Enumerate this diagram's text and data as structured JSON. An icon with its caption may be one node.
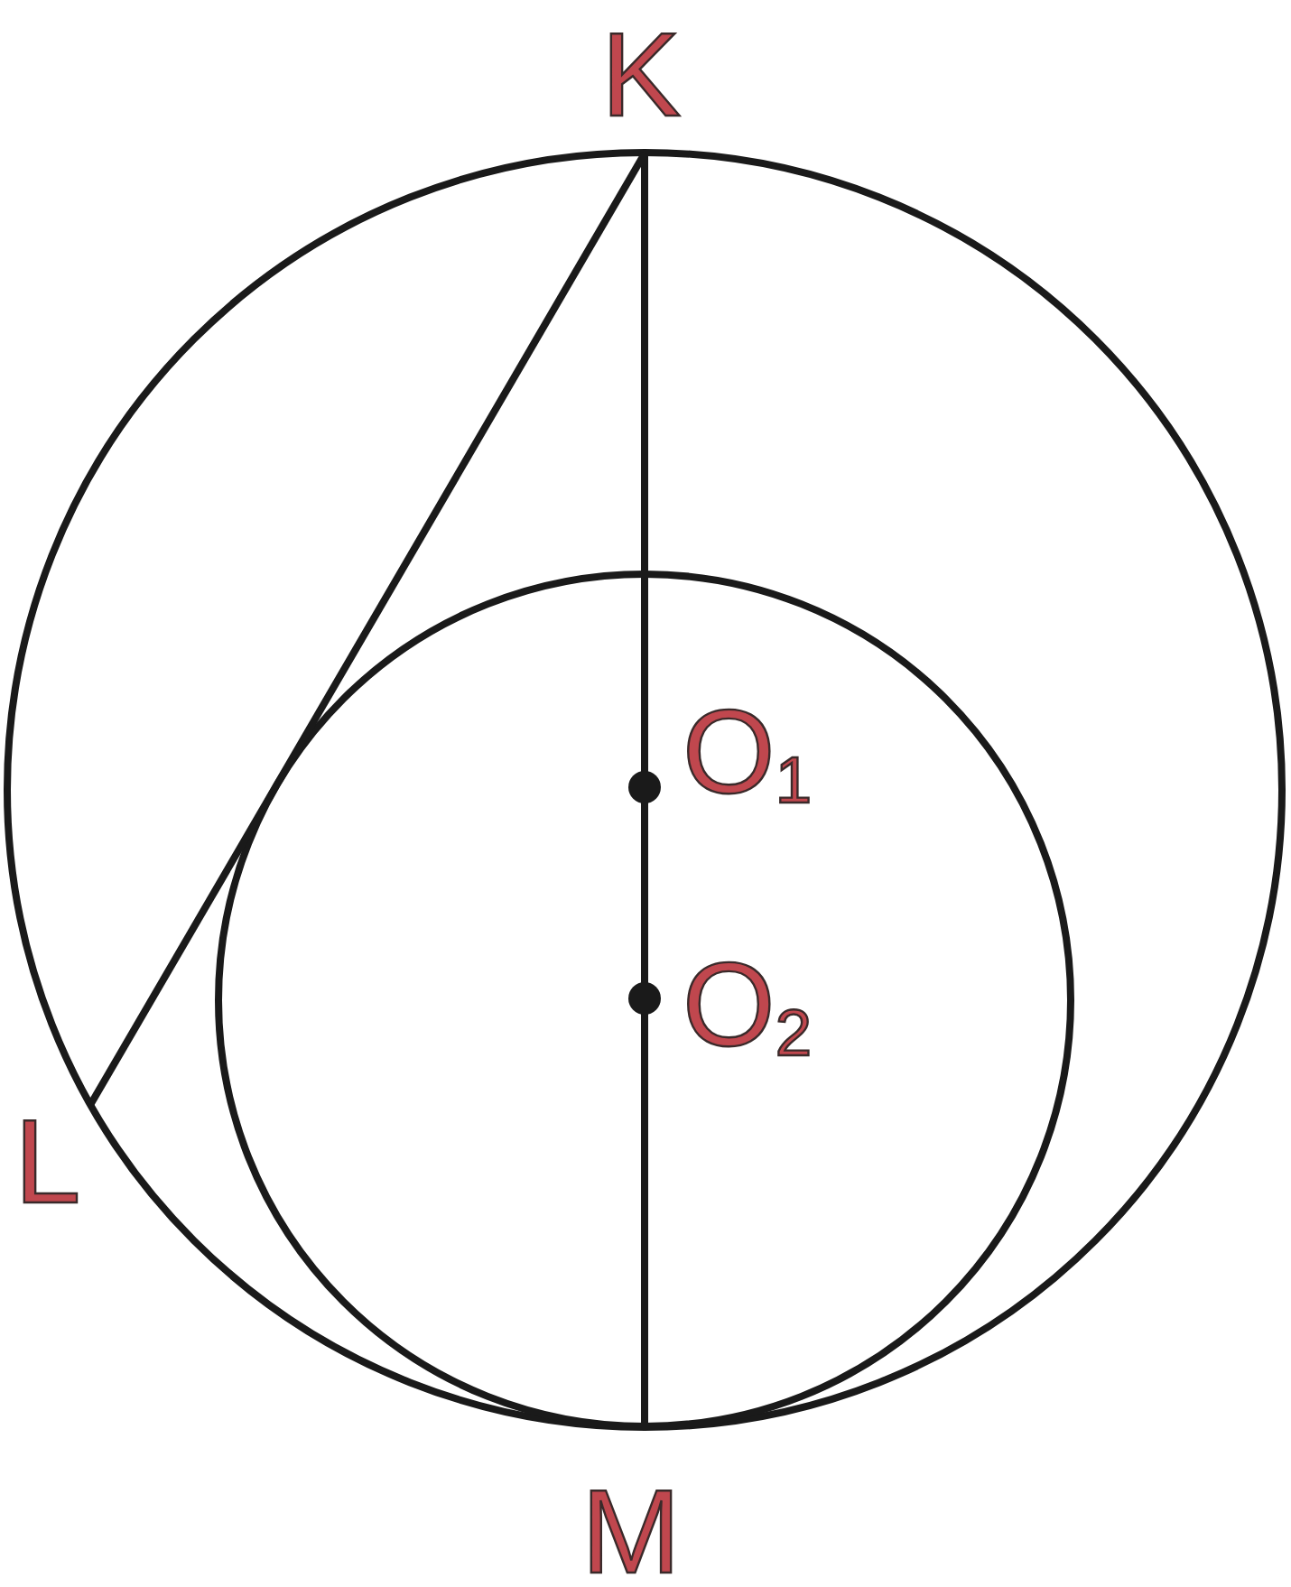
{
  "diagram": {
    "labels": [
      "K",
      "O$_{1}$",
      "O$_{2}$",
      "L",
      "M"
    ]
  }
}
